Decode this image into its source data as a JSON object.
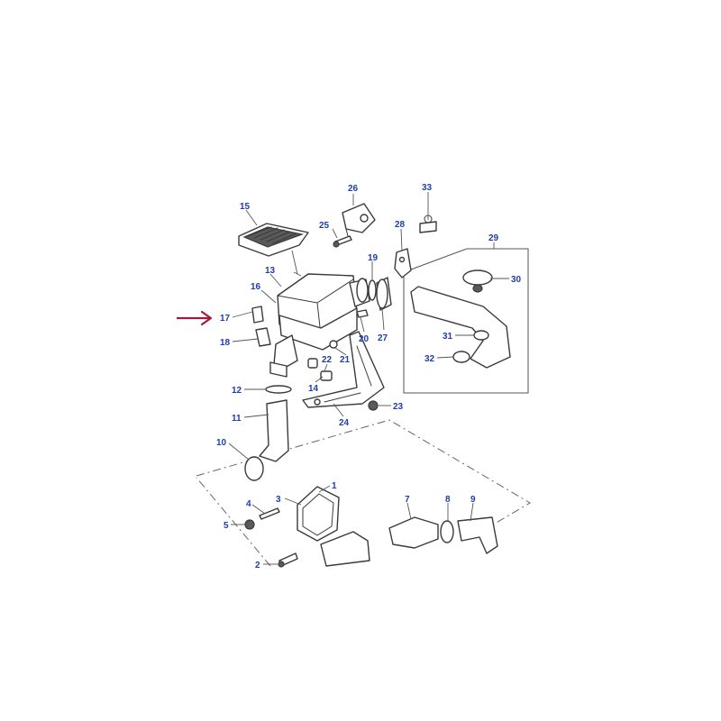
{
  "colors": {
    "callout_text": "#1c3fa8",
    "pointer_arrow": "#a01c3c",
    "line": "#3a3a3a"
  },
  "callouts": [
    {
      "id": "1",
      "label": "1"
    },
    {
      "id": "2",
      "label": "2"
    },
    {
      "id": "3",
      "label": "3"
    },
    {
      "id": "4",
      "label": "4"
    },
    {
      "id": "5",
      "label": "5"
    },
    {
      "id": "7",
      "label": "7"
    },
    {
      "id": "8",
      "label": "8"
    },
    {
      "id": "9",
      "label": "9"
    },
    {
      "id": "10",
      "label": "10"
    },
    {
      "id": "11",
      "label": "11"
    },
    {
      "id": "12",
      "label": "12"
    },
    {
      "id": "13",
      "label": "13"
    },
    {
      "id": "14",
      "label": "14"
    },
    {
      "id": "15",
      "label": "15"
    },
    {
      "id": "16",
      "label": "16"
    },
    {
      "id": "17",
      "label": "17"
    },
    {
      "id": "18",
      "label": "18"
    },
    {
      "id": "19",
      "label": "19"
    },
    {
      "id": "20",
      "label": "20"
    },
    {
      "id": "21",
      "label": "21"
    },
    {
      "id": "22",
      "label": "22"
    },
    {
      "id": "23",
      "label": "23"
    },
    {
      "id": "24",
      "label": "24"
    },
    {
      "id": "25",
      "label": "25"
    },
    {
      "id": "26",
      "label": "26"
    },
    {
      "id": "27",
      "label": "27"
    },
    {
      "id": "28",
      "label": "28"
    },
    {
      "id": "29",
      "label": "29"
    },
    {
      "id": "30",
      "label": "30"
    },
    {
      "id": "31",
      "label": "31"
    },
    {
      "id": "32",
      "label": "32"
    },
    {
      "id": "33",
      "label": "33"
    }
  ],
  "highlighted_callout": "17"
}
